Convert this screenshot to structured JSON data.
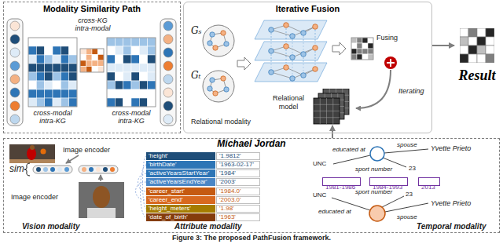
{
  "diagram": {
    "caption": "Figure 3: The proposed PathFusion framework.",
    "nodes": [
      {
        "text": [
          "Modality Similarity Path"
        ]
      },
      {
        "text": [
          "Iterative Fusion"
        ]
      },
      {
        "text": [
          "Relational model"
        ],
        "in": 1
      },
      {
        "text": [
          "Result"
        ]
      },
      {
        "text": [
          "Michael Jordan"
        ]
      },
      {
        "text": [
          "'height'",
          "'1.9812'"
        ],
        "in": 4
      },
      {
        "text": [
          "'birthDate'",
          "'1963-02-17'"
        ],
        "in": 4
      },
      {
        "text": [
          "'activeYearsStartYear'",
          "'1984'"
        ],
        "in": 4
      },
      {
        "text": [
          "'activeYearsEndYear'",
          "'2003'"
        ],
        "in": 4
      },
      {
        "text": [
          "'career_start'",
          "'1984.0'"
        ],
        "in": 4
      },
      {
        "text": [
          "'career_end'",
          "'2003.0'"
        ],
        "in": 4
      },
      {
        "text": [
          "'height_meters'",
          "'1.98'"
        ],
        "in": 4
      },
      {
        "text": [
          "'date_of_birth'",
          "'1963'"
        ],
        "in": 4
      },
      {
        "text": [
          "1981-1986"
        ],
        "in": 4
      },
      {
        "text": [
          "1984-1993"
        ],
        "in": 4
      },
      {
        "text": [
          "2013"
        ],
        "in": 4
      }
    ],
    "edges": [
      {
        "from": 1,
        "to": 3,
        "arrow": "to"
      },
      {
        "from": 4,
        "to": 2,
        "arrow": "to"
      }
    ],
    "labels": [
      "cross-KG intra-modal",
      "cross-modal intra-KG",
      "cross-modal intra-KG",
      "Gₛ",
      "Gₜ",
      "Fusing",
      "Iterating",
      "Relational modality",
      "Image encoder",
      "sim",
      "Image encoder",
      "Vision modality",
      "Attribute modality",
      "UNC",
      "educated at",
      "spouse",
      "Yvette Prieto",
      "sport number",
      "23",
      "UNC",
      "educated at",
      "sport number",
      "23",
      "spouse",
      "Yvette Prieto",
      "Temporal modality"
    ]
  }
}
